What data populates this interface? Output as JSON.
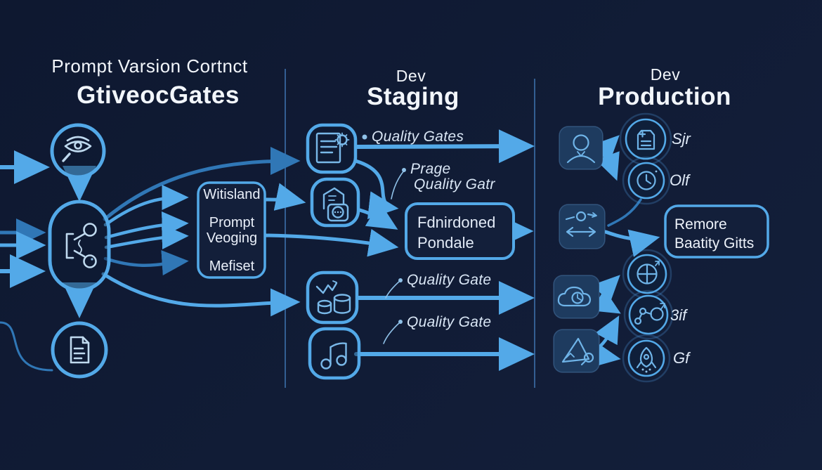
{
  "header": {
    "col1_sub": "Prompt Varsion Cortnct",
    "col1_title": "GtiveocGates",
    "col2_sub": "Dev",
    "col2_title": "Staging",
    "col3_sub": "Dev",
    "col3_title": "Production"
  },
  "boxes": {
    "version": {
      "items": [
        "Witisland",
        "Prompt Veoging",
        "Mefiset"
      ]
    },
    "center": {
      "text": "Fdnirdoned Pondale"
    },
    "remote": {
      "text": "Remore Baatity Gitts"
    }
  },
  "labels": {
    "quality_gates": "Quality Gates",
    "prage_line1": "Prage",
    "prage_line2": "Quality Gatr",
    "quality_gate_a": "Quality Gate",
    "quality_gate_b": "Quality Gate",
    "sjr": "Sjr",
    "olf": "Olf",
    "tif": "3if",
    "gf": "Gf"
  },
  "icons": {
    "left_top": "eye-magnifier-icon",
    "left_mid": "git-branch-icon",
    "left_bottom": "document-icon",
    "staging_1": "document-gear-icon",
    "staging_2": "house-chat-icon",
    "staging_3": "database-chart-icon",
    "staging_4": "music-note-icon",
    "prod_1": "person-icon",
    "prod_2": "commit-arrows-icon",
    "prod_3": "cloud-check-icon",
    "prod_4": "triangle-search-icon",
    "out_1": "document-plus-icon",
    "out_2": "clock-icon",
    "out_3": "crosshair-compass-icon",
    "out_4": "network-growth-icon",
    "out_5": "rocket-icon"
  },
  "colors": {
    "background": "#101b33",
    "line_bright": "#53a9e8",
    "line_mid": "#3077b6",
    "node_fill": "#1e3b5f",
    "text": "#f2f6fb"
  }
}
